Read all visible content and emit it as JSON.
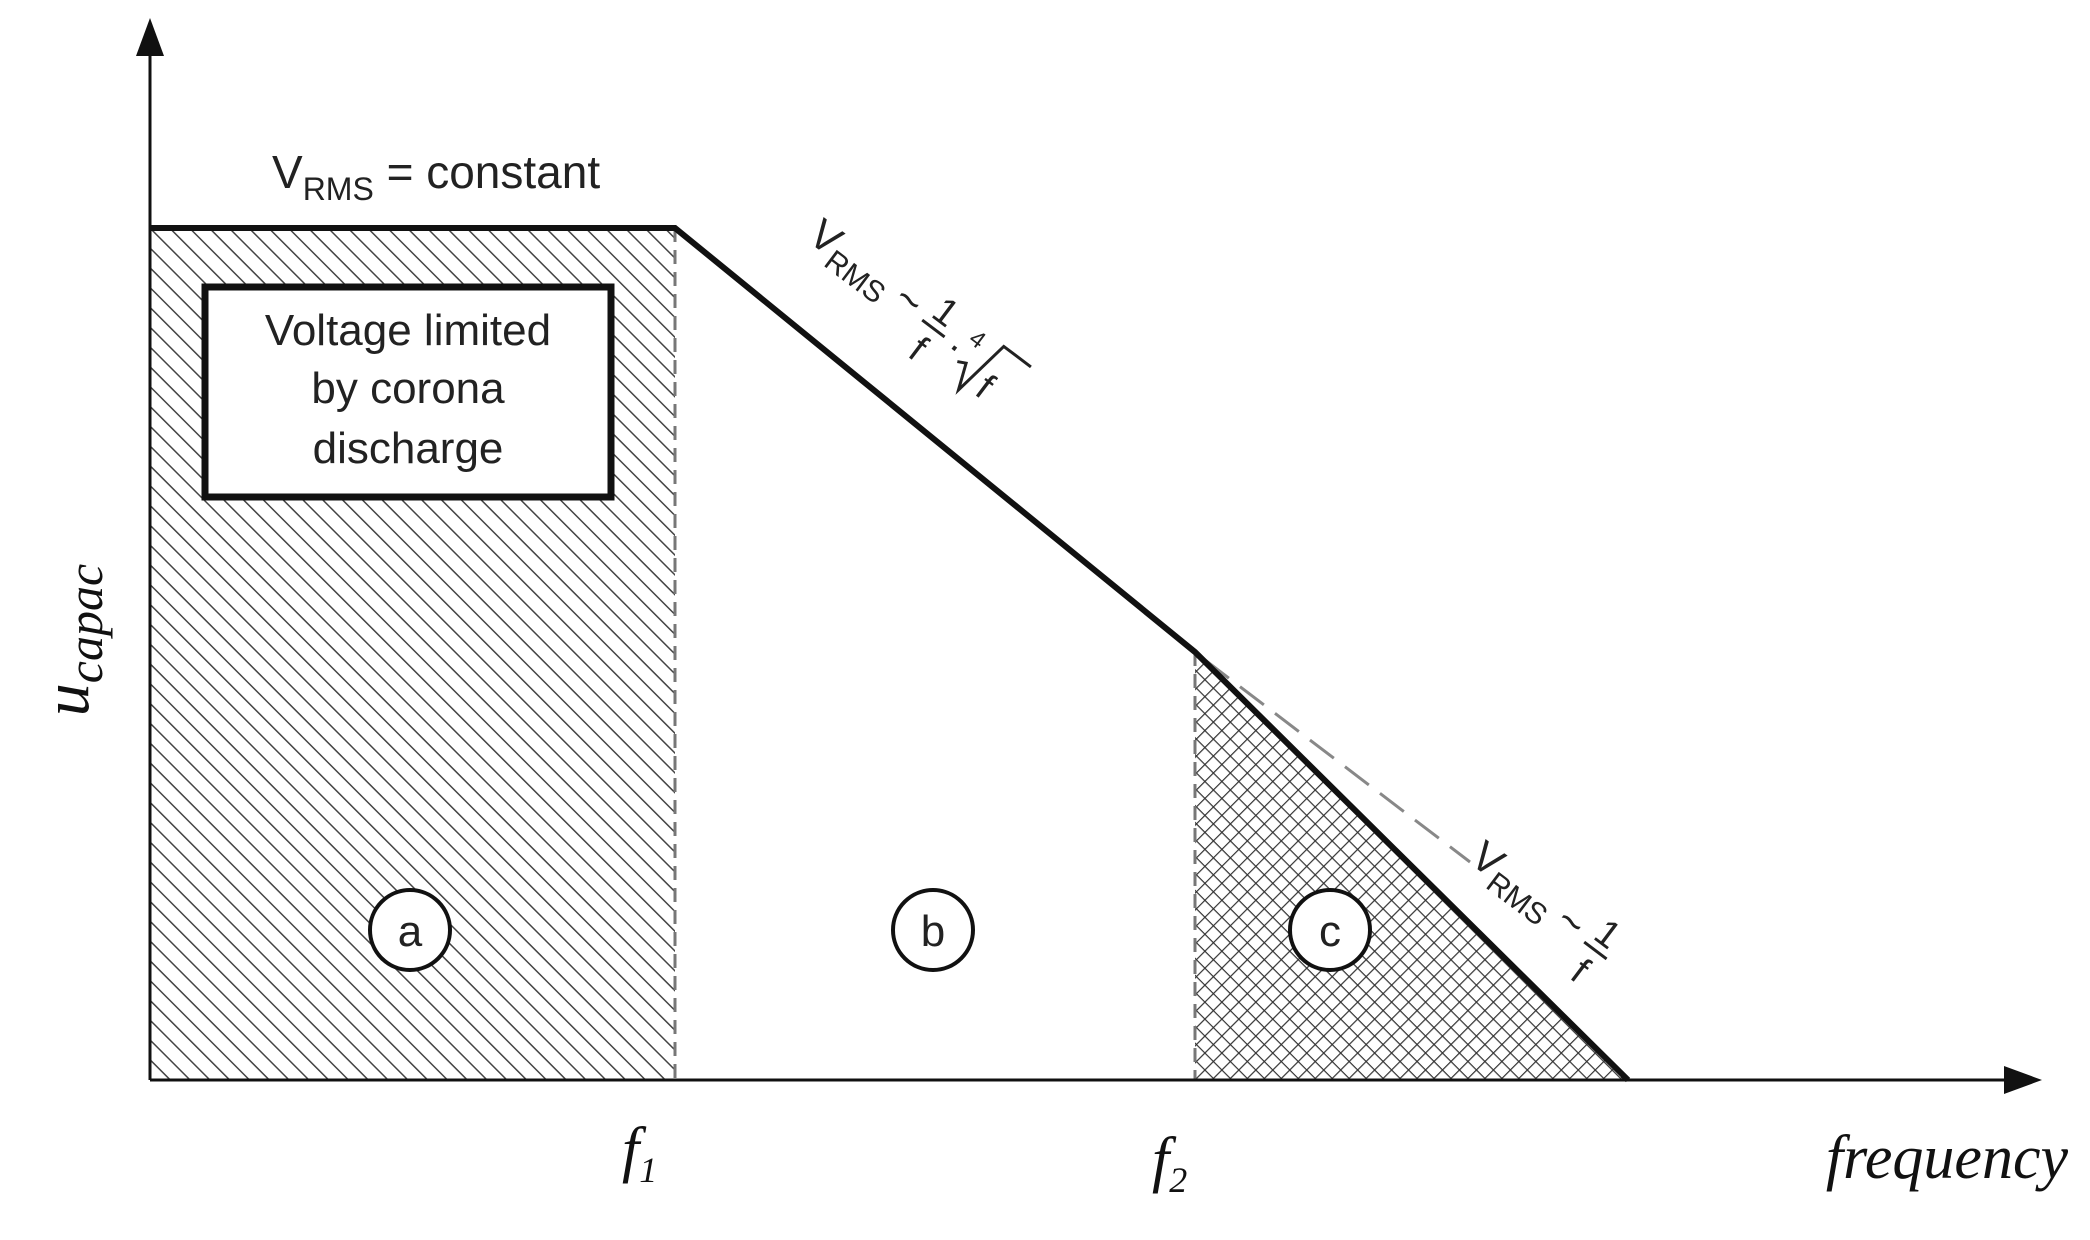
{
  "axes": {
    "y_label": {
      "main": "u",
      "sub": "capac"
    },
    "x_label": "frequency"
  },
  "ticks": {
    "f1": {
      "main": "f",
      "sub": "1"
    },
    "f2": {
      "main": "f",
      "sub": "2"
    }
  },
  "annotations": {
    "top": {
      "main": "V",
      "sub": "RMS",
      "rest": " = constant"
    },
    "middle": {
      "main": "V",
      "sub": "RMS",
      "tilde": " ~ ",
      "numerator": "1",
      "denominator": "f",
      "dot": "·",
      "root_index": "4",
      "radicand": "f"
    },
    "lower": {
      "main": "V",
      "sub": "RMS",
      "tilde": " ~ ",
      "numerator": "1",
      "denominator": "f"
    }
  },
  "callout": {
    "lines": [
      "Voltage limited",
      "by corona",
      "discharge"
    ]
  },
  "regions": {
    "a": "a",
    "b": "b",
    "c": "c"
  },
  "colors": {
    "line": "#111111",
    "hatch": "#444444",
    "dash": "#777777"
  }
}
